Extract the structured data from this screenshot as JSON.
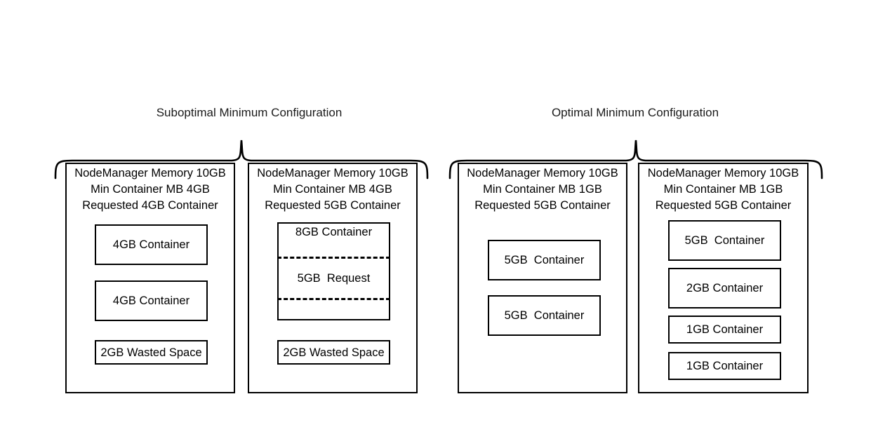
{
  "diagram": {
    "groups": [
      {
        "id": "suboptimal",
        "title": "Suboptimal Minimum Configuration",
        "brace_name": "brace-suboptimal"
      },
      {
        "id": "optimal",
        "title": "Optimal Minimum Configuration",
        "brace_name": "brace-optimal"
      }
    ],
    "panels": [
      {
        "id": "panel-1",
        "header": {
          "nodemanager_memory": "NodeManager Memory 10GB",
          "min_container_mb": "Min Container MB 4GB",
          "requested_container": "Requested 4GB Container"
        },
        "boxes": [
          {
            "label": "4GB Container",
            "style": "solid"
          },
          {
            "label": "4GB Container",
            "style": "solid"
          },
          {
            "label": "2GB Wasted Space",
            "style": "solid"
          }
        ]
      },
      {
        "id": "panel-2",
        "header": {
          "nodemanager_memory": "NodeManager Memory 10GB",
          "min_container_mb": "Min Container MB 4GB",
          "requested_container": "Requested 5GB Container"
        },
        "outer_container": {
          "label": "8GB Container",
          "style": "solid",
          "inner_request": {
            "label": "5GB  Request",
            "style": "dashed"
          }
        },
        "boxes": [
          {
            "label": "2GB Wasted Space",
            "style": "solid"
          }
        ]
      },
      {
        "id": "panel-3",
        "header": {
          "nodemanager_memory": "NodeManager Memory 10GB",
          "min_container_mb": "Min Container MB 1GB",
          "requested_container": "Requested 5GB Container"
        },
        "boxes": [
          {
            "label": "5GB  Container",
            "style": "solid"
          },
          {
            "label": "5GB  Container",
            "style": "solid"
          }
        ]
      },
      {
        "id": "panel-4",
        "header": {
          "nodemanager_memory": "NodeManager Memory 10GB",
          "min_container_mb": "Min Container MB 1GB",
          "requested_container": "Requested 5GB Container"
        },
        "boxes": [
          {
            "label": "5GB  Container",
            "style": "solid"
          },
          {
            "label": "2GB Container",
            "style": "solid"
          },
          {
            "label": "1GB Container",
            "style": "solid"
          },
          {
            "label": "1GB Container",
            "style": "solid"
          }
        ]
      }
    ],
    "colors": {
      "stroke": "#000000",
      "background": "#ffffff",
      "text": "#000000"
    }
  }
}
